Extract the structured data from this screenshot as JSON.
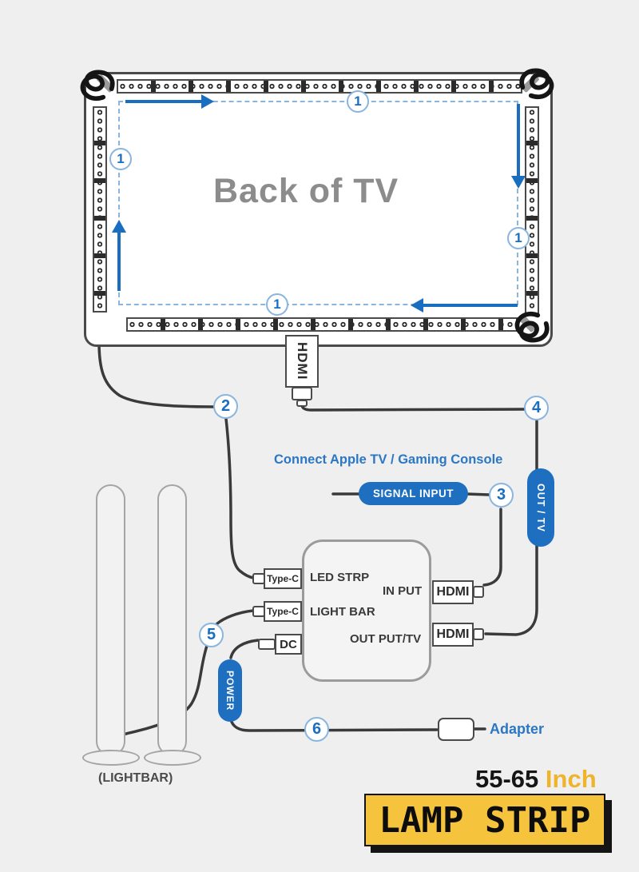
{
  "colors": {
    "background": "#efefef",
    "accent_blue": "#1a6ec0",
    "pill_blue": "#1e6fbf",
    "cable": "#3a3a3a",
    "banner_yellow": "#f6c43c",
    "inch_gold": "#f0b32c"
  },
  "tv": {
    "label": "Back of TV",
    "hdmi_port_label": "HDMI",
    "strip_step": "1"
  },
  "steps": {
    "strip": "2",
    "signal": "3",
    "tv_out": "4",
    "lightbar": "5",
    "power": "6"
  },
  "heading": {
    "connect": "Connect Apple TV / Gaming Console"
  },
  "pills": {
    "signal_input": "SIGNAL INPUT",
    "out_tv": "OUT / TV",
    "power": "POWER"
  },
  "controller": {
    "port_type_c_1": "Type-C",
    "port_type_c_2": "Type-C",
    "port_dc": "DC",
    "label_led_strip": "LED STRP",
    "label_input": "IN PUT",
    "label_light_bar": "LIGHT BAR",
    "label_output": "OUT PUT/TV",
    "port_hdmi_in": "HDMI",
    "port_hdmi_out": "HDMI"
  },
  "adapter": {
    "label": "Adapter"
  },
  "lightbar": {
    "caption": "(LIGHTBAR)"
  },
  "footer": {
    "size": "55-65",
    "unit": "Inch",
    "banner": "LAMP STRIP"
  }
}
